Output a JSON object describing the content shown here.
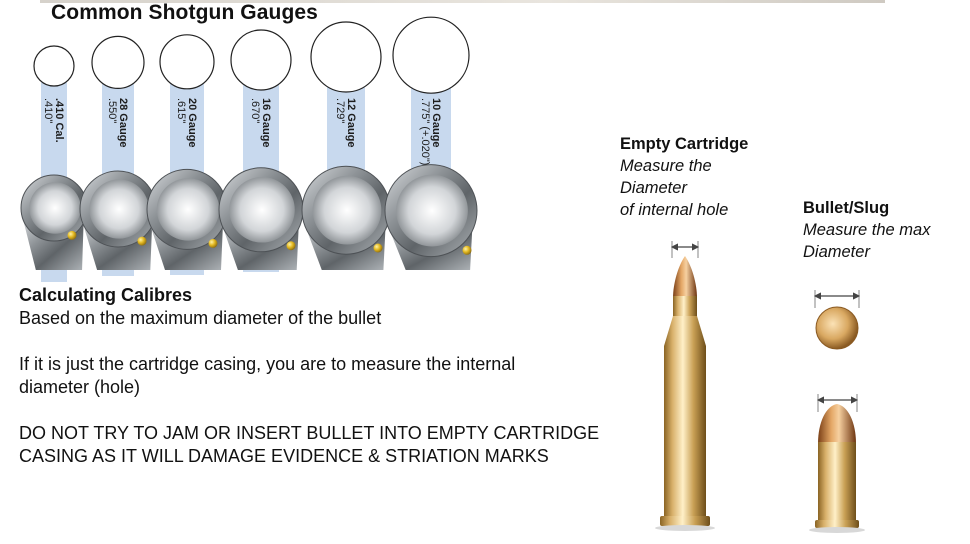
{
  "shotgun_chart": {
    "title": "Common Shotgun Gauges",
    "gauges": [
      {
        "name": ".410 Cal.",
        "diameter": ".410\""
      },
      {
        "name": "28 Gauge",
        "diameter": ".550\""
      },
      {
        "name": "20 Gauge",
        "diameter": ".615\""
      },
      {
        "name": "16 Gauge",
        "diameter": ".670\""
      },
      {
        "name": "12 Gauge",
        "diameter": ".729\""
      },
      {
        "name": "10 Gauge",
        "diameter": ".775\" (+.020\")"
      }
    ]
  },
  "calculating": {
    "heading": "Calculating Calibres",
    "line1": "Based on the maximum diameter of the bullet",
    "line2": "If it is just the cartridge casing, you are to measure the internal diameter (hole)",
    "warning": "DO NOT TRY TO JAM OR INSERT BULLET INTO EMPTY CARTRIDGE CASING AS IT WILL DAMAGE EVIDENCE & STRIATION MARKS"
  },
  "empty_cartridge": {
    "title": "Empty Cartridge",
    "note": "Measure the\nDiameter\nof internal hole"
  },
  "bullet_slug": {
    "title": "Bullet/Slug",
    "note": "Measure the max\nDiameter"
  },
  "colors": {
    "text": "#111111",
    "gauge_band": "#c8d9ee",
    "barrel_steel": "#8e9397",
    "brass": "#c9a055",
    "copper": "#c07a3a",
    "bead_gold": "#e3b820"
  }
}
